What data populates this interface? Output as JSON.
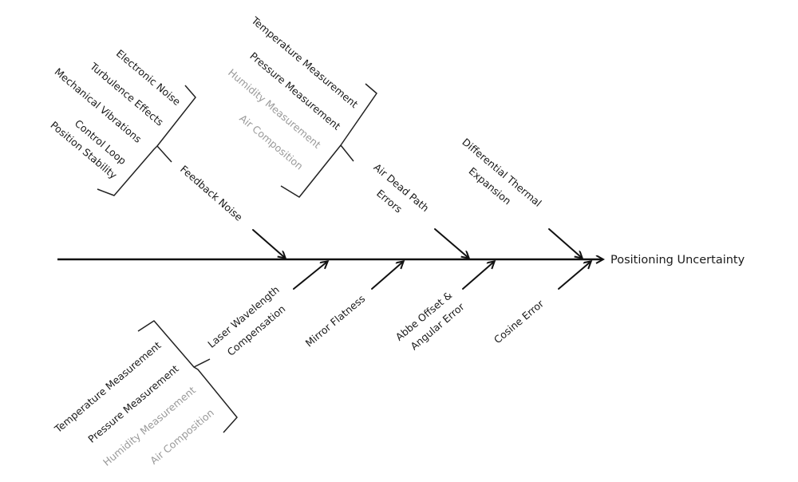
{
  "effect": "Positioning Uncertainty",
  "upper_causes": {
    "feedback_noise": {
      "label": "Feedback Noise",
      "sub": [
        "Electronic Noise",
        "Turbulence Effects",
        "Mechanical Vibrations",
        "Control Loop",
        "Position Stability"
      ]
    },
    "air_dead_path": {
      "label_line1": "Air Dead Path",
      "label_line2": "Errors",
      "sub": [
        "Temperature Measurement",
        "Pressure Measurement",
        "Humidity Measurement",
        "Air Composition"
      ]
    },
    "thermal": {
      "label_line1": "Differential Thermal",
      "label_line2": "Expansion"
    }
  },
  "lower_causes": {
    "laser": {
      "label_line1": "Laser Wavelength",
      "label_line2": "Compensation",
      "sub": [
        "Temperature Measurement",
        "Pressure Measurement",
        "Humidity Measurement",
        "Air Composition"
      ]
    },
    "mirror": {
      "label": "Mirror Flatness"
    },
    "abbe": {
      "label_line1": "Abbe Offset &",
      "label_line2": "Angular Error"
    },
    "cosine": {
      "label": "Cosine Error"
    }
  },
  "colors": {
    "line": "#111111",
    "text": "#1a1a1a",
    "muted": "#9a9a9a"
  }
}
